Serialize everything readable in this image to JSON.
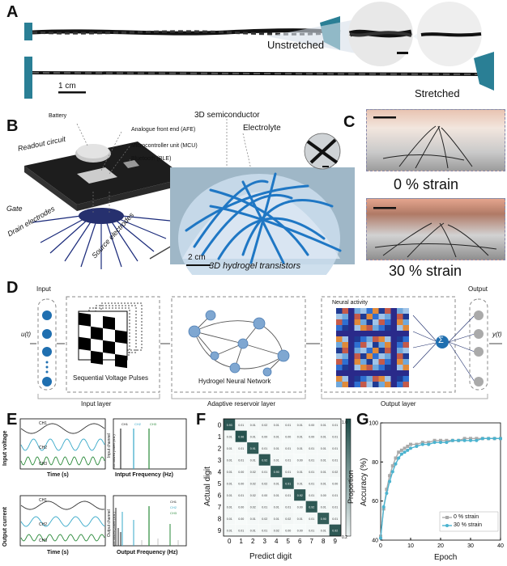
{
  "panelA": {
    "label": "A",
    "unstretched": "Unstretched",
    "stretched": "Stretched",
    "scale": "1 cm"
  },
  "panelB": {
    "label": "B",
    "semiconductor": "3D semiconductor",
    "electrolyte": "Electrolyte",
    "battery": "Battery",
    "readout": "Readout circuit",
    "afe": "Analogue front end (AFE)",
    "mcu": "Microcontroller unit (MCU)",
    "ble": "Bluetooth (BLE)",
    "gate": "Gate",
    "drain": "Drain electrodes",
    "source": "Source electrodes",
    "scale": "2 cm",
    "caption": "3D hydrogel transistors"
  },
  "panelC": {
    "label": "C",
    "strain0": "0 % strain",
    "strain30": "30 % strain"
  },
  "panelD": {
    "label": "D",
    "input": "Input",
    "ut": "u(t)",
    "pulses": "Sequential Voltage Pulses",
    "hnn": "Hydrogel Neural Network",
    "activity": "Neural activity",
    "output": "Output",
    "yt": "y(t)",
    "inputLayer": "Input layer",
    "reservoirLayer": "Adaptive reservoir layer",
    "outputLayer": "Output layer",
    "sigma": "Σ"
  },
  "panelE": {
    "label": "E",
    "inputVoltage": "Input voltage",
    "outputCurrent": "Output current",
    "time": "Time (s)",
    "inputFreq": "Intput Frequency (Hz)",
    "outputFreq": "Output Frequency (Hz)",
    "normPower": "Normalized power (a.u.)",
    "inChannel": "Input channel",
    "outChannel": "Output channel",
    "ch1": "CH1",
    "ch2": "CH2",
    "ch3": "CH3"
  },
  "panelF": {
    "label": "F",
    "xlabel": "Predict digit",
    "ylabel": "Actual digit",
    "cbar": "Proportion",
    "cbarTop": "1.0",
    "cbarBottom": "0.2"
  },
  "panelG": {
    "label": "G",
    "xlabel": "Epoch",
    "ylabel": "Accuracy (%)",
    "legend0": "0 % strain",
    "legend30": "30 % strain"
  },
  "chart_data": [
    {
      "type": "heatmap",
      "digits": [
        0,
        1,
        2,
        3,
        4,
        5,
        6,
        7,
        8,
        9
      ],
      "matrix": [
        [
          0.93,
          0.01,
          0.01,
          0.02,
          0.01,
          0.01,
          0.01,
          0.0,
          0.01,
          0.01
        ],
        [
          0.01,
          0.96,
          0.01,
          0.0,
          0.01,
          0.0,
          0.01,
          0.0,
          0.01,
          0.01
        ],
        [
          0.01,
          0.01,
          0.91,
          0.01,
          0.01,
          0.01,
          0.01,
          0.01,
          0.01,
          0.01
        ],
        [
          0.01,
          0.01,
          0.01,
          0.92,
          0.01,
          0.01,
          0.0,
          0.01,
          0.01,
          0.01
        ],
        [
          0.01,
          0.0,
          0.02,
          0.01,
          0.9,
          0.01,
          0.01,
          0.01,
          0.01,
          0.02
        ],
        [
          0.01,
          0.0,
          0.02,
          0.02,
          0.01,
          0.91,
          0.01,
          0.01,
          0.01,
          0.0
        ],
        [
          0.01,
          0.01,
          0.02,
          0.0,
          0.01,
          0.01,
          0.92,
          0.01,
          0.0,
          0.01
        ],
        [
          0.01,
          0.0,
          0.02,
          0.01,
          0.01,
          0.01,
          0.0,
          0.92,
          0.01,
          0.01
        ],
        [
          0.01,
          0.0,
          0.01,
          0.02,
          0.01,
          0.02,
          0.01,
          0.01,
          0.9,
          0.01
        ],
        [
          0.01,
          0.01,
          0.01,
          0.01,
          0.02,
          0.0,
          0.0,
          0.01,
          0.01,
          0.92
        ]
      ]
    },
    {
      "type": "line",
      "xlim": [
        0,
        40
      ],
      "ylim": [
        40,
        100
      ],
      "xticks": [
        0,
        10,
        20,
        30,
        40
      ],
      "yticks": [
        40,
        60,
        80,
        100
      ],
      "series": [
        {
          "name": "0 % strain",
          "x": [
            0,
            1,
            2,
            3,
            4,
            5,
            6,
            7,
            8,
            9,
            10,
            12,
            14,
            16,
            18,
            20,
            22,
            24,
            26,
            28,
            30,
            32,
            34,
            36,
            38,
            40
          ],
          "y": [
            42,
            56,
            66,
            73,
            78,
            82,
            85,
            86,
            87,
            88,
            89,
            89,
            90,
            90,
            91,
            91,
            91,
            91,
            91,
            92,
            92,
            92,
            92,
            92,
            92,
            92
          ]
        },
        {
          "name": "30 % strain",
          "x": [
            0,
            1,
            2,
            3,
            4,
            5,
            6,
            7,
            8,
            9,
            10,
            12,
            14,
            16,
            18,
            20,
            22,
            24,
            26,
            28,
            30,
            32,
            34,
            36,
            38,
            40
          ],
          "y": [
            41,
            57,
            64,
            70,
            75,
            79,
            82,
            84,
            85,
            86,
            87,
            88,
            89,
            89,
            90,
            90,
            90,
            91,
            91,
            91,
            91,
            91,
            92,
            92,
            92,
            92
          ]
        }
      ]
    }
  ]
}
